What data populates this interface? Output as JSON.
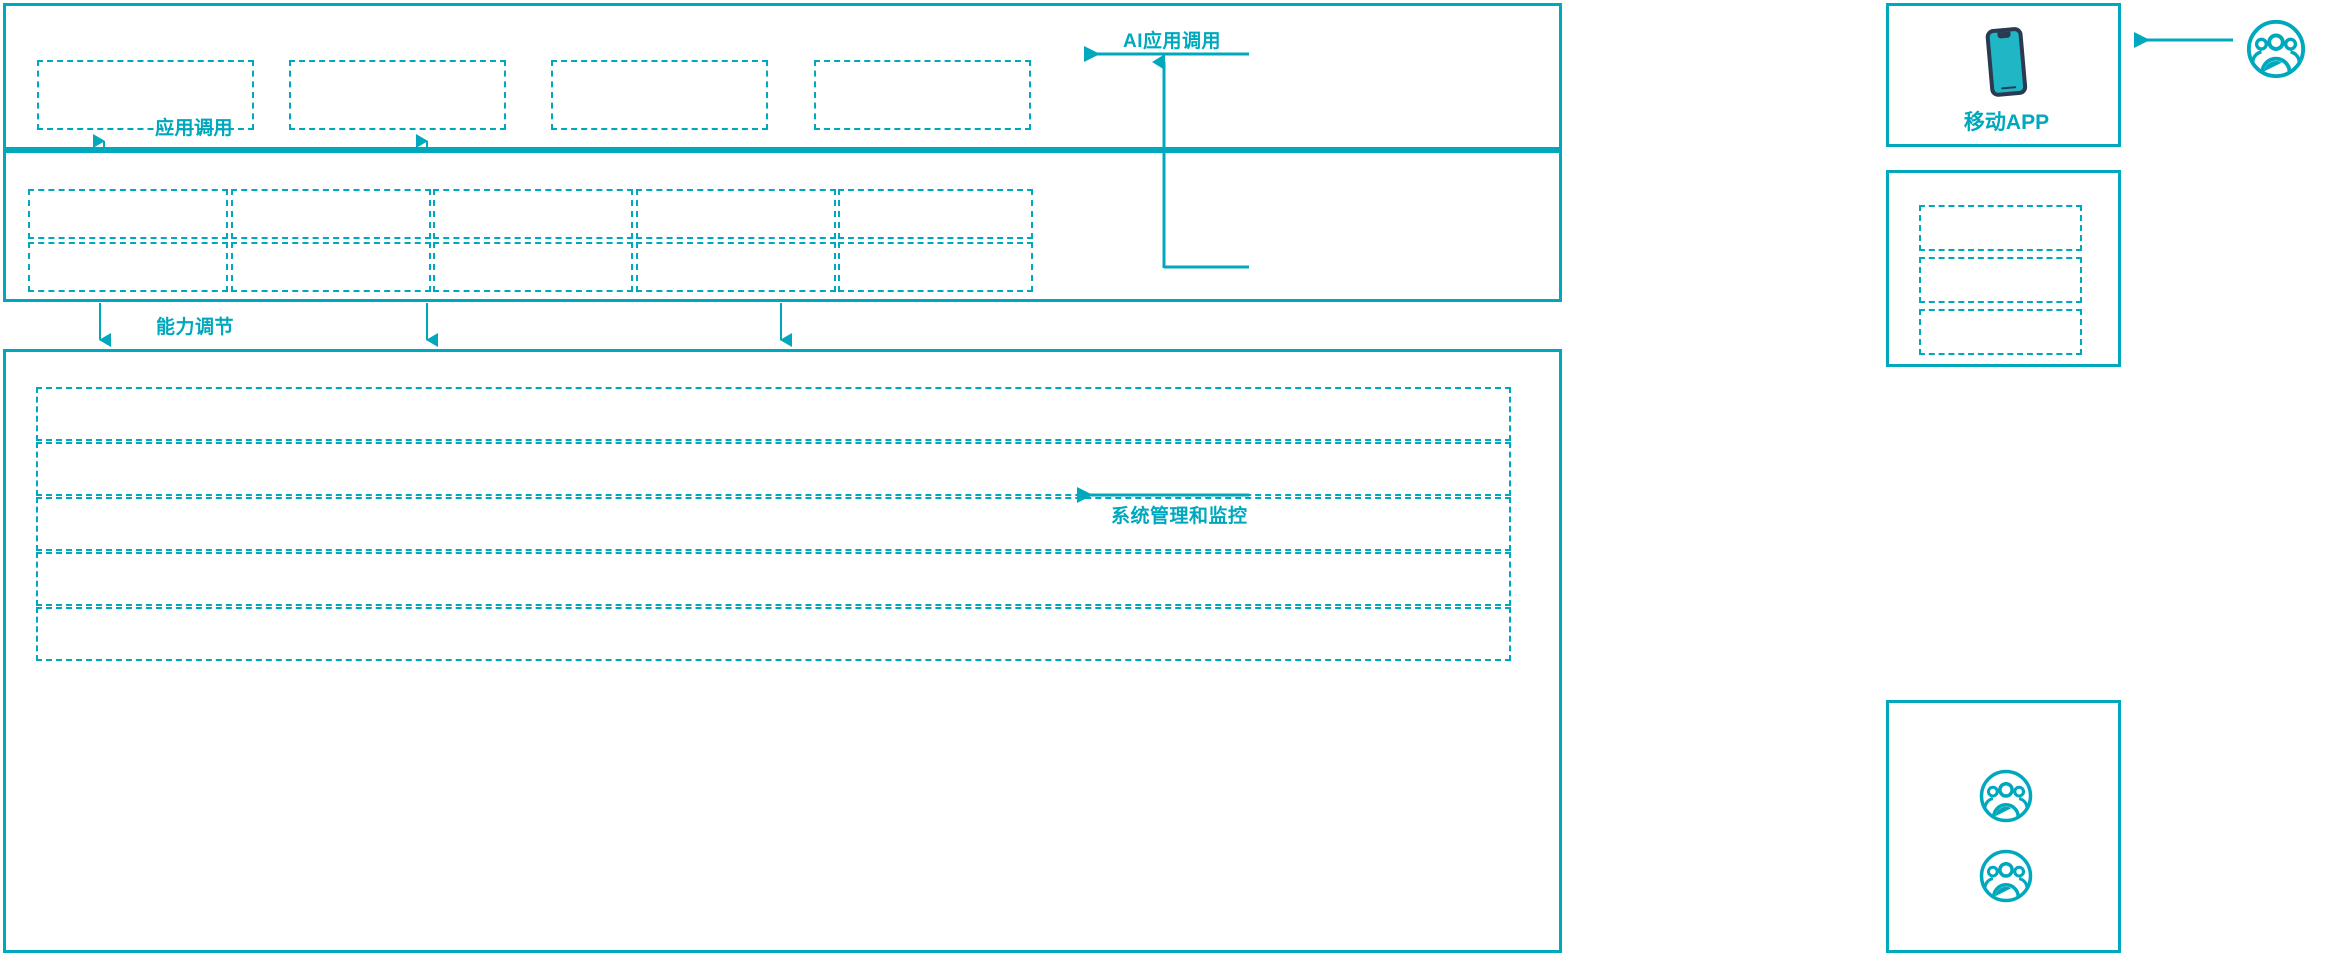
{
  "theme": {
    "accent": "#00a8bd",
    "accent_dark": "#2b3a50",
    "background": "#ffffff"
  },
  "diagram": {
    "type": "architecture-layer-diagram",
    "title": "",
    "layers": [
      {
        "id": "application-layer",
        "name": "application-layer",
        "label": "",
        "slot_count": 4,
        "slots": [
          {
            "label": ""
          },
          {
            "label": ""
          },
          {
            "label": ""
          },
          {
            "label": ""
          }
        ]
      },
      {
        "id": "capability-layer",
        "name": "capability-layer",
        "label": "",
        "columns": 5,
        "rows": 2,
        "slots": [
          {
            "label": ""
          },
          {
            "label": ""
          },
          {
            "label": ""
          },
          {
            "label": ""
          },
          {
            "label": ""
          },
          {
            "label": ""
          },
          {
            "label": ""
          },
          {
            "label": ""
          },
          {
            "label": ""
          },
          {
            "label": ""
          }
        ]
      },
      {
        "id": "platform-layer",
        "name": "platform-layer",
        "label": "",
        "band_count": 5,
        "bands": [
          {
            "label": ""
          },
          {
            "label": ""
          },
          {
            "label": ""
          },
          {
            "label": ""
          },
          {
            "label": ""
          }
        ]
      }
    ],
    "connectors": [
      {
        "id": "app-call",
        "label": "应用调用",
        "direction": "down",
        "arrow_count": 2
      },
      {
        "id": "capability-call",
        "label": "能力调节",
        "direction": "down",
        "arrow_count": 3
      },
      {
        "id": "ai-app-call",
        "label": "AI应用调用",
        "direction": "left",
        "arrow_count": 1
      },
      {
        "id": "sys-monitor",
        "label": "系统管理和监控",
        "direction": "left",
        "arrow_count": 1
      }
    ],
    "side_panels": [
      {
        "id": "mobile-app-panel",
        "icon": "mobile-phone-icon",
        "caption": "移动APP",
        "slots": []
      },
      {
        "id": "channel-panel",
        "icon": "",
        "caption": "",
        "slot_count": 3,
        "slots": [
          {
            "label": ""
          },
          {
            "label": ""
          },
          {
            "label": ""
          }
        ]
      },
      {
        "id": "operations-panel",
        "icon": "users-group-icon",
        "caption": "",
        "icon_count": 2,
        "slots": []
      }
    ],
    "actors": [
      {
        "id": "external-user",
        "icon": "users-group-icon",
        "label": ""
      }
    ]
  }
}
